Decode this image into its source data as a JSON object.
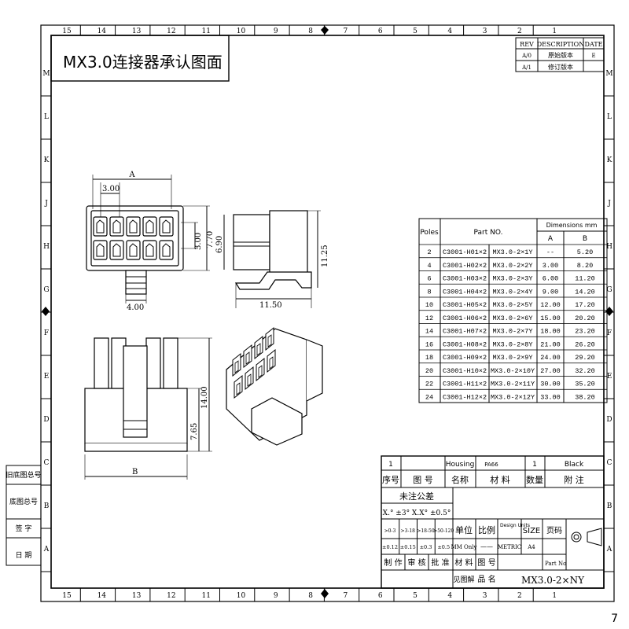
{
  "title": "MX3.0连接器承认图面",
  "col_numbers": [
    "15",
    "14",
    "13",
    "12",
    "11",
    "10",
    "9",
    "8",
    "7",
    "6",
    "5",
    "4",
    "3",
    "2",
    "1"
  ],
  "row_letters": [
    "M",
    "L",
    "K",
    "J",
    "H",
    "G",
    "F",
    "E",
    "D",
    "C",
    "B",
    "A"
  ],
  "revision": {
    "headers": [
      "REV",
      "DESCRIPTION",
      "DATE"
    ],
    "rows": [
      [
        "A/0",
        "原始版本",
        "E"
      ],
      [
        "A/1",
        "修订版本",
        ""
      ]
    ]
  },
  "dimensions": {
    "a": "A",
    "b": "B",
    "pitch": "3.00",
    "h300": "3.00",
    "h770": "7.70",
    "w400": "4.00",
    "h690": "6.90",
    "h1125": "11.25",
    "w1150": "11.50",
    "h1400": "14.00",
    "h765": "7.65"
  },
  "part_table": {
    "h_poles": "Poles",
    "h_partno": "Part NO.",
    "h_dims": "Dimensions mm",
    "h_a": "A",
    "h_b": "B",
    "rows": [
      [
        "2",
        "C3001-H01×2",
        "MX3.0-2×1Y",
        "--",
        "5.20"
      ],
      [
        "4",
        "C3001-H02×2",
        "MX3.0-2×2Y",
        "3.00",
        "8.20"
      ],
      [
        "6",
        "C3001-H03×2",
        "MX3.0-2×3Y",
        "6.00",
        "11.20"
      ],
      [
        "8",
        "C3001-H04×2",
        "MX3.0-2×4Y",
        "9.00",
        "14.20"
      ],
      [
        "10",
        "C3001-H05×2",
        "MX3.0-2×5Y",
        "12.00",
        "17.20"
      ],
      [
        "12",
        "C3001-H06×2",
        "MX3.0-2×6Y",
        "15.00",
        "20.20"
      ],
      [
        "14",
        "C3001-H07×2",
        "MX3.0-2×7Y",
        "18.00",
        "23.20"
      ],
      [
        "16",
        "C3001-H08×2",
        "MX3.0-2×8Y",
        "21.00",
        "26.20"
      ],
      [
        "18",
        "C3001-H09×2",
        "MX3.0-2×9Y",
        "24.00",
        "29.20"
      ],
      [
        "20",
        "C3001-H10×2",
        "MX3.0-2×10Y",
        "27.00",
        "32.20"
      ],
      [
        "22",
        "C3001-H11×2",
        "MX3.0-2×11Y",
        "30.00",
        "35.20"
      ],
      [
        "24",
        "C3001-H12×2",
        "MX3.0-2×12Y",
        "33.00",
        "38.20"
      ]
    ]
  },
  "bom": {
    "row1": [
      "1",
      "",
      "Housing",
      "PA66",
      "1",
      "Black"
    ],
    "headers": [
      "序号",
      "图 号",
      "名称",
      "材 料",
      "数量",
      "附 注"
    ]
  },
  "tolerance": {
    "title": "未注公差",
    "angle": "X.° ±3° X.X° ±0.5°",
    "ranges": [
      ">0-3",
      ">3-18",
      ">18-50",
      ">50-120"
    ],
    "values": [
      "±0.12",
      "±0.15",
      "±0.3",
      "±0.5"
    ]
  },
  "title_block": {
    "unit": "单位",
    "scale": "比例",
    "design_units": "Design Units",
    "size": "SIZE",
    "page": "页码",
    "mm_only": "MM Only",
    "dash": "——",
    "metric": "METRIC",
    "a4": "A4",
    "make": "制 作",
    "review": "审 核",
    "approve": "批 准",
    "material": "材 料",
    "drawing_no": "图 号",
    "part_no_label": "Part No",
    "see_drawing": "见图解",
    "product": "品 名",
    "part_no": "MX3.0-2×NY"
  },
  "left_labels": [
    "旧底图总号",
    "底图总号",
    "签 字",
    "日 期"
  ],
  "page_number": "7"
}
